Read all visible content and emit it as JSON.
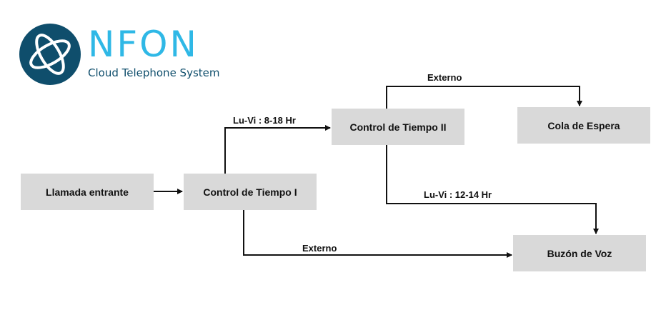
{
  "brand": {
    "name": "NFON",
    "tagline": "Cloud Telephone System",
    "primary_color": "#2fb8e6",
    "dark_color": "#0f4e6c"
  },
  "nodes": {
    "incoming": "Llamada entrante",
    "time_control_1": "Control de Tiempo I",
    "time_control_2": "Control de Tiempo II",
    "queue": "Cola de Espera",
    "voicemail": "Buzón de Voz"
  },
  "edges": {
    "weekday_hours": "Lu-Vi : 8-18 Hr",
    "external_top": "Externo",
    "midday_hours": "Lu-Vi : 12-14 Hr",
    "external_bottom": "Externo"
  },
  "colors": {
    "node_fill": "#d9d9d9",
    "line": "#111111"
  }
}
